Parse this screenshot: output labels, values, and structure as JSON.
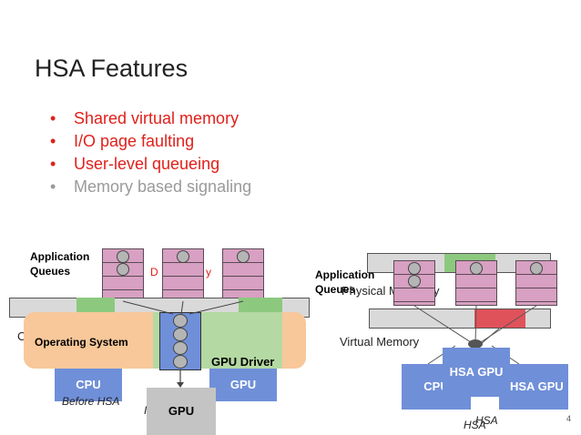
{
  "slide": {
    "title": "HSA Features",
    "bullets": [
      {
        "text": "Shared virtual memory",
        "color": "#e0201b"
      },
      {
        "text": "I/O page faulting",
        "color": "#e0201b"
      },
      {
        "text": "User-level queueing",
        "color": "#e0201b"
      },
      {
        "text": "Memory based signaling",
        "color": "#9a9a9a"
      }
    ],
    "page_number": "4"
  },
  "left_diagram": {
    "app_queues_label_1": "Application",
    "app_queues_label_2": "Queues",
    "partial_left_text": "D",
    "partial_right_text": "y",
    "partial_c": "C",
    "os_label": "Operating System",
    "driver_label": "GPU Driver",
    "cpu_label": "CPU",
    "gpu_label": "GPU",
    "gpu_bottom_label": "GPU",
    "caption": "Before HSA",
    "partial_i": "I"
  },
  "right_diagram": {
    "app_queues_label_1": "Application",
    "app_queues_label_2": "Queues",
    "overlap_text": "Physical M",
    "overlap_tail": "y",
    "virtual_memory_label": "Virtual Memory",
    "hsa_gpu_top": "HSA GPU",
    "cpu_partial": "CPU",
    "hsa_gpu_right": "HSA GPU",
    "caption_a": "HSA",
    "caption_b": "HSA"
  },
  "colors": {
    "accent_red": "#e0201b",
    "cpu_blue": "#6f8fd8",
    "queue_pink": "#d8a0c2",
    "os_orange": "#f8c89a",
    "driver_green": "#b4d9a2",
    "mem_gray": "#d9d9d9",
    "page_green": "#8cc97e",
    "page_red": "#e0525a"
  }
}
